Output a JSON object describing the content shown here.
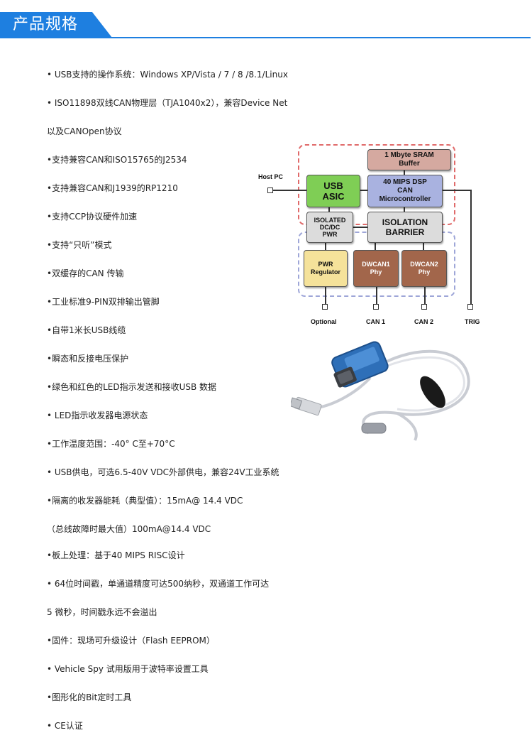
{
  "header": {
    "title": "产品规格"
  },
  "specs": [
    "• USB支持的操作系统：Windows XP/Vista / 7 / 8 /8.1/Linux",
    "• ISO11898双线CAN物理层（TJA1040x2），兼容Device Net",
    "   以及CANOpen协议",
    "•支持兼容CAN和ISO15765的J2534",
    "•支持兼容CAN和J1939的RP1210",
    "•支持CCP协议硬件加速",
    "•支持“只听”模式",
    "•双缓存的CAN  传输",
    "•工业标准9-PIN双排输出管脚",
    "•自带1米长USB线缆",
    "•瞬态和反接电压保护",
    "•绿色和红色的LED指示发送和接收USB  数据",
    "• LED指示收发器电源状态",
    "•工作温度范围：-40° C至+70°C",
    "• USB供电，可选6.5-40V VDC外部供电，兼容24V工业系统",
    "•隔离的收发器能耗（典型值）：15mA@ 14.4 VDC",
    "（总线故障时最大值）100mA@14.4 VDC",
    "•板上处理：基于40 MIPS RISC设计",
    "• 64位时间戳，单通道精度可达500纳秒，双通道工作可达",
    "   5  微秒，时间戳永远不会溢出",
    "•固件：现场可升级设计（Flash EEPROM）",
    "• Vehicle Spy  试用版用于波特率设置工具",
    "•图形化的Bit定时工具",
    "• CE认证"
  ],
  "diagram": {
    "sram": "1 Mbyte SRAM\nBuffer",
    "usb": "USB\nASIC",
    "dsp": "40 MIPS DSP\nCAN\nMicrocontroller",
    "isolated": "ISOLATED\nDC/DC\nPWR",
    "barrier": "ISOLATION\nBARRIER",
    "pwr": "PWR\nRegulator",
    "dwcan1": "DWCAN1\nPhy",
    "dwcan2": "DWCAN2\nPhy",
    "host_pc": "Host PC",
    "optional": "Optional",
    "can1": "CAN 1",
    "can2": "CAN 2",
    "trig": "TRIG"
  },
  "colors": {
    "accent": "#1e7fe0",
    "usb_block": "#7fce55",
    "dsp_block": "#a9b2e0",
    "sram_block": "#d5a9a0",
    "phy_block": "#a2664b",
    "pwr_block": "#f5e29a"
  }
}
